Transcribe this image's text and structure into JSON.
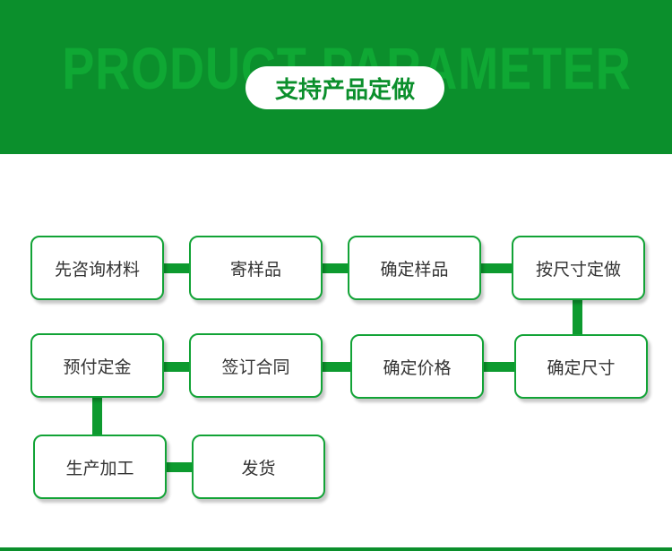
{
  "banner": {
    "watermark": "PRODUCT PARAMETER",
    "title": "支持产品定做"
  },
  "colors": {
    "brand_green": "#0b8f2c",
    "box_border": "#12a336",
    "text": "#333333"
  },
  "flow": {
    "steps": [
      "先咨询材料",
      "寄样品",
      "确定样品",
      "按尺寸定做",
      "确定尺寸",
      "确定价格",
      "签订合同",
      "预付定金",
      "生产加工",
      "发货"
    ]
  }
}
